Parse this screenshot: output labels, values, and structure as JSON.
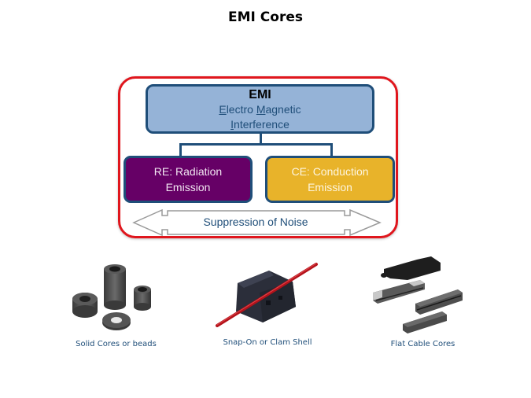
{
  "title": "EMI Cores",
  "diagram": {
    "emi": {
      "heading": "EMI",
      "line1_parts": [
        {
          "first": "E",
          "rest": "lectro "
        },
        {
          "first": "M",
          "rest": "agnetic"
        }
      ],
      "line2": {
        "first": "I",
        "rest": "nterference"
      }
    },
    "re": {
      "line1": "RE: Radiation",
      "line2": "Emission"
    },
    "ce": {
      "line1": "CE: Conduction",
      "line2": "Emission"
    },
    "suppression": "Suppression of Noise",
    "colors": {
      "frame_border": "#e0161d",
      "emi_fill": "#95b3d7",
      "box_border": "#1f4e79",
      "re_fill": "#660066",
      "ce_fill": "#e8b32a"
    }
  },
  "products": [
    {
      "caption": "Solid Cores or beads"
    },
    {
      "caption": "Snap-On or Clam Shell"
    },
    {
      "caption": "Flat Cable Cores"
    }
  ]
}
